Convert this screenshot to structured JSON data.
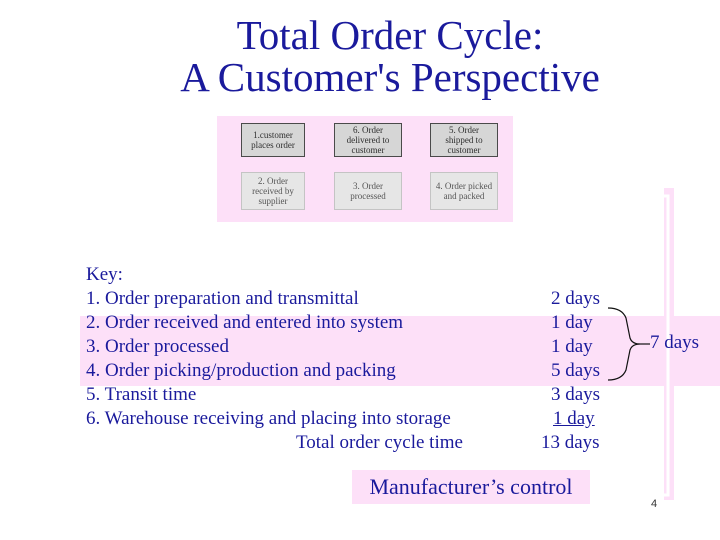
{
  "title": {
    "line1": "Total Order Cycle:",
    "line2": "A Customer's Perspective"
  },
  "boxes": {
    "b1": "1.customer places order",
    "b6": "6. Order delivered to customer",
    "b5": "5. Order shipped to customer",
    "b2": "2. Order received by supplier",
    "b3": "3. Order processed",
    "b4": "4. Order picked and packed"
  },
  "key": {
    "heading": "Key:",
    "items": [
      {
        "label": "1. Order preparation and transmittal",
        "days": "2 days"
      },
      {
        "label": "2. Order received and entered into system",
        "days": "1 day"
      },
      {
        "label": "3. Order processed",
        "days": "1 day"
      },
      {
        "label": "4. Order picking/production and packing",
        "days": "5 days"
      },
      {
        "label": "5. Transit time",
        "days": "3 days"
      },
      {
        "label": "6. Warehouse receiving and placing into storage",
        "days": "1 day"
      }
    ],
    "total_label": "Total order cycle time",
    "total_days": "13 days",
    "bracket_label": "7 days"
  },
  "control_label": "Manufacturer’s control",
  "page_number": "4",
  "colors": {
    "text": "#1a1a9c",
    "band": "#fde0f8",
    "box": "#d6d6d6"
  }
}
